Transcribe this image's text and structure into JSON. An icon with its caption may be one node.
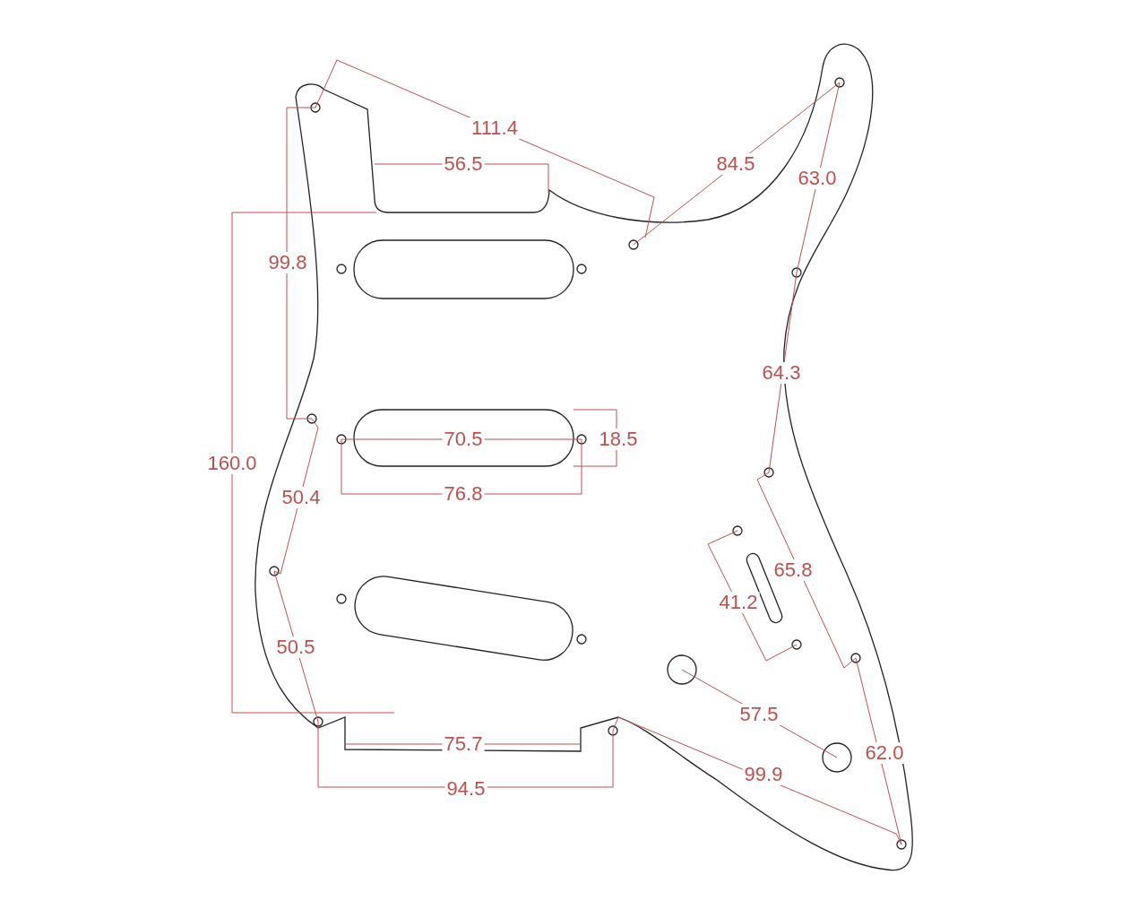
{
  "diagram": {
    "labels": [
      "111.4",
      "56.5",
      "84.5",
      "63.0",
      "99.8",
      "64.3",
      "160.0",
      "70.5",
      "18.5",
      "76.8",
      "50.4",
      "65.8",
      "41.2",
      "50.5",
      "57.5",
      "75.7",
      "62.0",
      "99.9",
      "94.5"
    ]
  }
}
